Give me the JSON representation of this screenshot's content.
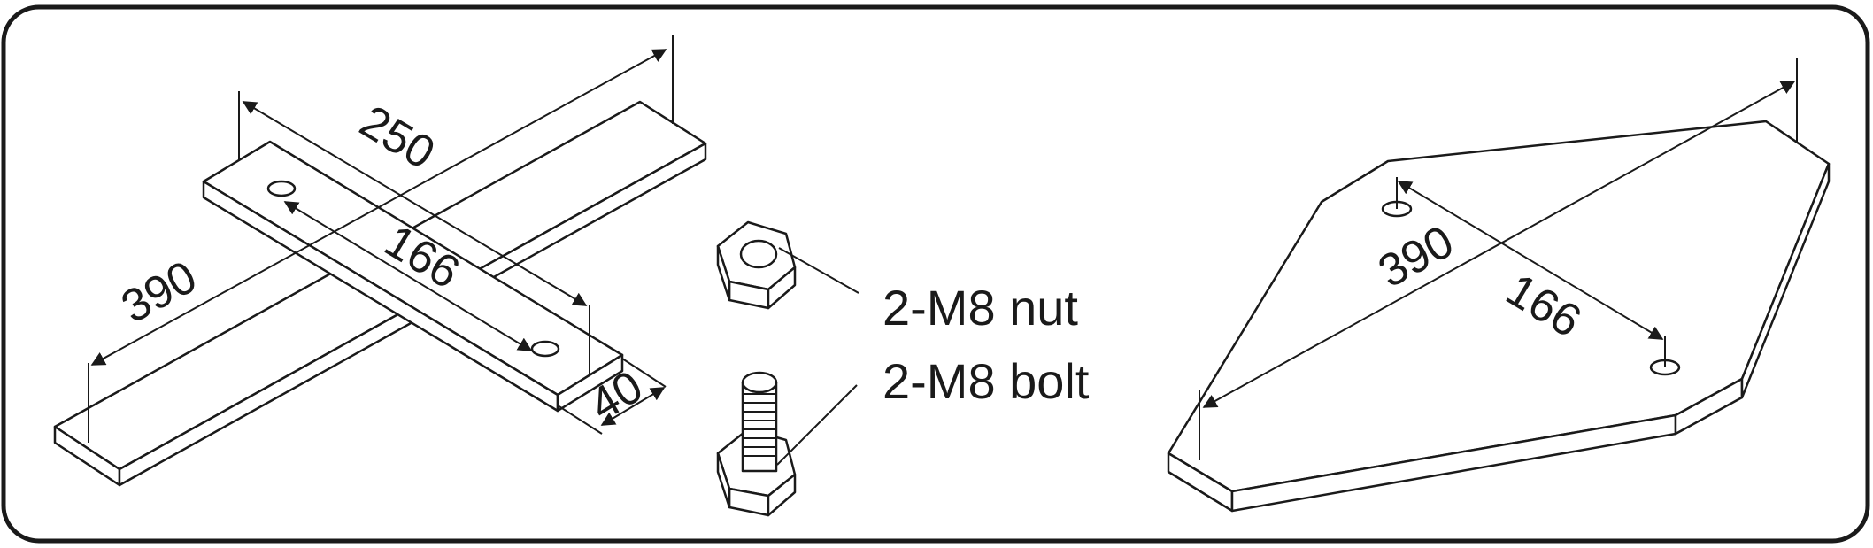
{
  "diagram": {
    "left_assembly": {
      "dim_length_long": "250",
      "dim_length_total": "390",
      "dim_hole_spacing": "166",
      "dim_width": "40"
    },
    "hardware": {
      "nut_label": "2-M8 nut",
      "bolt_label": "2-M8 bolt"
    },
    "right_plate": {
      "dim_diagonal": "390",
      "dim_hole_spacing": "166"
    }
  }
}
